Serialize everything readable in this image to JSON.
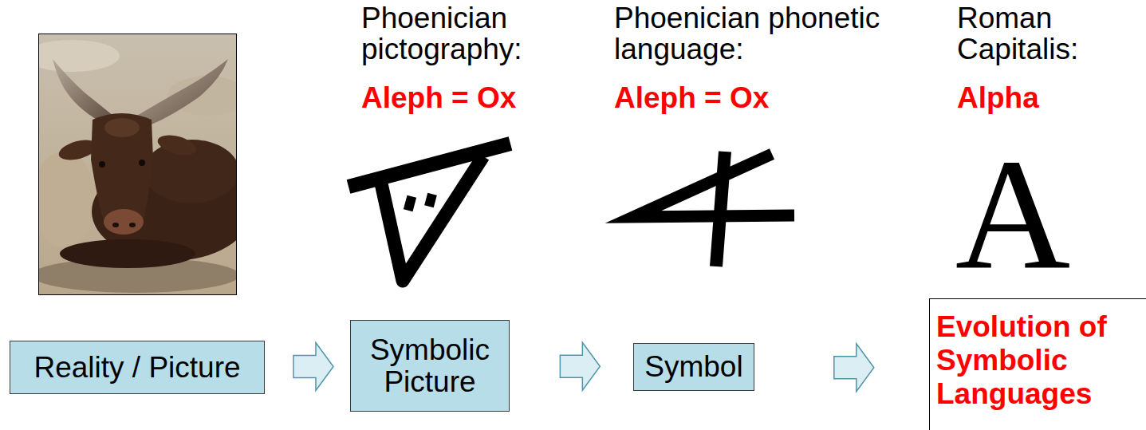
{
  "diagram": {
    "nodes": [
      {
        "text": [
          "Reality / Picture"
        ]
      },
      {
        "text": [
          "Symbolic Picture"
        ]
      },
      {
        "text": [
          "Symbol"
        ]
      },
      {
        "text": [
          "Evolution of Symbolic Languages"
        ]
      }
    ],
    "edges": [
      {
        "from": 0,
        "to": 1,
        "arrow": "to"
      },
      {
        "from": 1,
        "to": 2,
        "arrow": "to"
      },
      {
        "from": 2,
        "to": 3,
        "arrow": "to"
      }
    ],
    "labels": [
      "Phoenician pictography:",
      "Aleph = Ox",
      "Phoenician phonetic language:",
      "Aleph = Ox",
      "Roman Capitalis:",
      "Alpha",
      "A"
    ]
  }
}
